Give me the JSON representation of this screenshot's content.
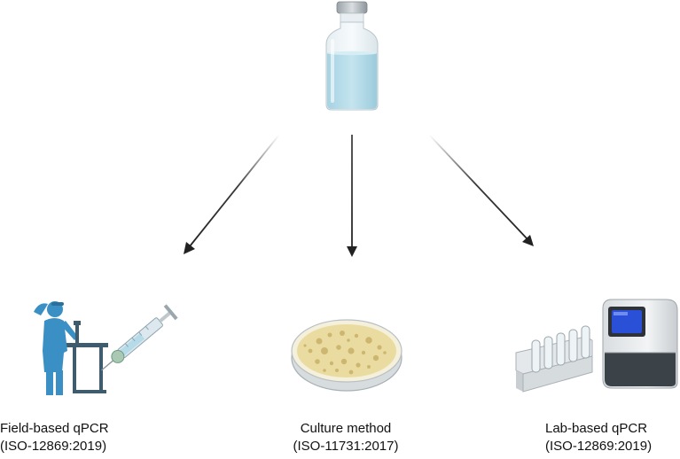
{
  "methods": [
    {
      "name": "Field-based qPCR",
      "standard": "(ISO-12869:2019)",
      "icon": "scientist-with-syringe-icon"
    },
    {
      "name": "Culture method",
      "standard": "(ISO-11731:2017)",
      "icon": "petri-dish-icon"
    },
    {
      "name": "Lab-based qPCR",
      "standard": "(ISO-12869:2019)",
      "icon": "qpcr-instrument-icon"
    }
  ],
  "sample_icon": "water-sample-vial-icon",
  "colors": {
    "arrow": "#222222",
    "liquid": "#b5dbe8",
    "scientist": "#3a8fc4",
    "agar": "#eadca0",
    "colony": "#cdb770"
  }
}
